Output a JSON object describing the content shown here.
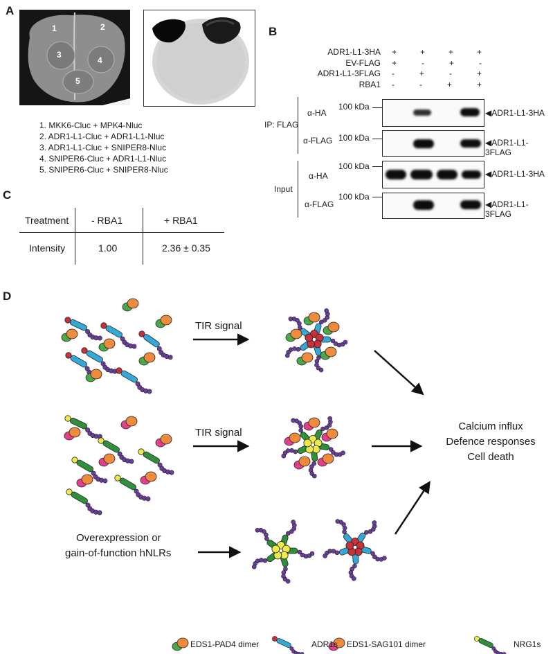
{
  "panels": {
    "A": "A",
    "B": "B",
    "C": "C",
    "D": "D"
  },
  "panelA": {
    "spot_numbers": [
      "1",
      "2",
      "3",
      "4",
      "5"
    ],
    "legend": [
      "1. MKK6-Cluc + MPK4-Nluc",
      "2. ADR1-L1-Cluc + ADR1-L1-Nluc",
      "3. ADR1-L1-Cluc + SNIPER8-Nluc",
      "4. SNIPER6-Cluc + ADR1-L1-Nluc",
      "5. SNIPER6-Cluc + SNIPER8-Nluc"
    ]
  },
  "panelB": {
    "row_labels": [
      "ADR1-L1-3HA",
      "EV-FLAG",
      "ADR1-L1-3FLAG",
      "RBA1"
    ],
    "signs": [
      [
        "+",
        "+",
        "+",
        "+"
      ],
      [
        "+",
        "-",
        "+",
        "-"
      ],
      [
        "-",
        "+",
        "-",
        "+"
      ],
      [
        "-",
        "-",
        "+",
        "+"
      ]
    ],
    "ip_label": "IP: FLAG",
    "input_label": "Input",
    "antibodies": [
      "α-HA",
      "α-FLAG",
      "α-HA",
      "α-FLAG"
    ],
    "mw": "100 kDa",
    "band_labels": [
      "ADR1-L1-3HA",
      "ADR1-L1-3FLAG",
      "ADR1-L1-3HA",
      "ADR1-L1-3FLAG"
    ]
  },
  "panelC": {
    "headers": [
      "Treatment",
      "- RBA1",
      "+ RBA1"
    ],
    "row": [
      "Intensity",
      "1.00",
      "2.36 ± 0.35"
    ]
  },
  "panelD": {
    "tir_signal_1": "TIR signal",
    "tir_signal_2": "TIR signal",
    "overexpression_1": "Overexpression or",
    "overexpression_2": "gain-of-function hNLRs",
    "outcomes": [
      "Calcium influx",
      "Defence responses",
      "Cell death"
    ],
    "legend": [
      "EDS1-PAD4 dimer",
      "ADR1s",
      "EDS1-SAG101 dimer",
      "NRG1s"
    ],
    "colors": {
      "pad4_orange": "#f08a3c",
      "eds1_green": "#4aa84a",
      "sag101_pink": "#e23f8a",
      "adr1_blue": "#35a8d6",
      "adr1_head_red": "#c8313a",
      "nrg1_green": "#2f8f3a",
      "nrg1_head_yellow": "#eeea4a",
      "lrr_purple": "#6a3d9a"
    }
  }
}
